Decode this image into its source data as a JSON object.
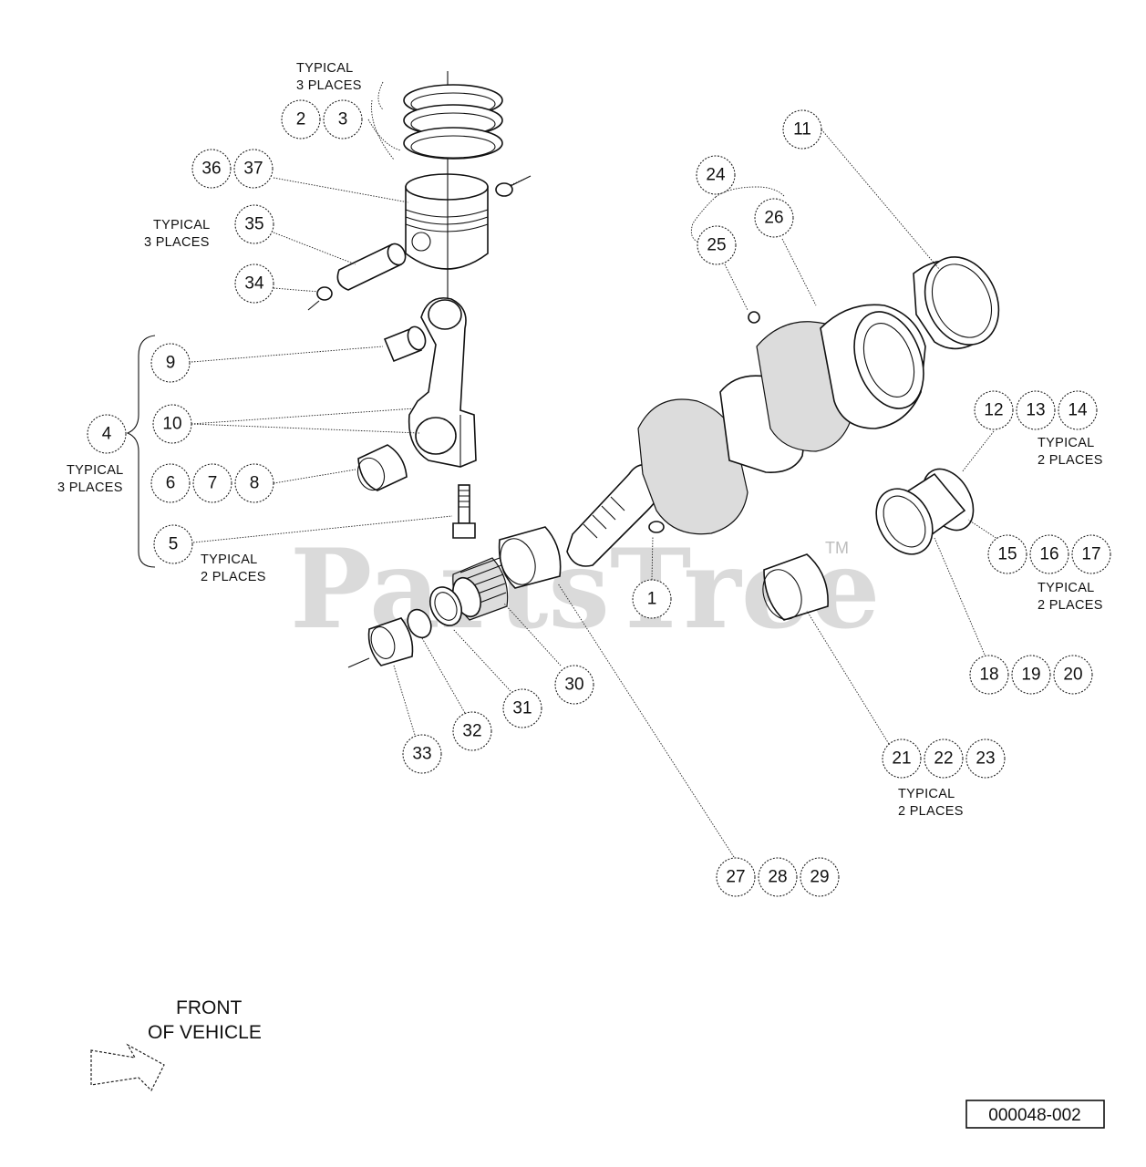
{
  "callouts": [
    "1",
    "2",
    "3",
    "4",
    "5",
    "6",
    "7",
    "8",
    "9",
    "10",
    "11",
    "12",
    "13",
    "14",
    "15",
    "16",
    "17",
    "18",
    "19",
    "20",
    "21",
    "22",
    "23",
    "24",
    "25",
    "26",
    "27",
    "28",
    "29",
    "30",
    "31",
    "32",
    "33",
    "34",
    "35",
    "36",
    "37"
  ],
  "notes": {
    "typical_3_places": [
      "TYPICAL",
      "3 PLACES"
    ],
    "typical_2_places": [
      "TYPICAL",
      "2 PLACES"
    ]
  },
  "front_label": [
    "FRONT",
    "OF VEHICLE"
  ],
  "watermark": {
    "text": "PartsTree",
    "tm": "TM"
  },
  "diagram_code": "000048-002"
}
